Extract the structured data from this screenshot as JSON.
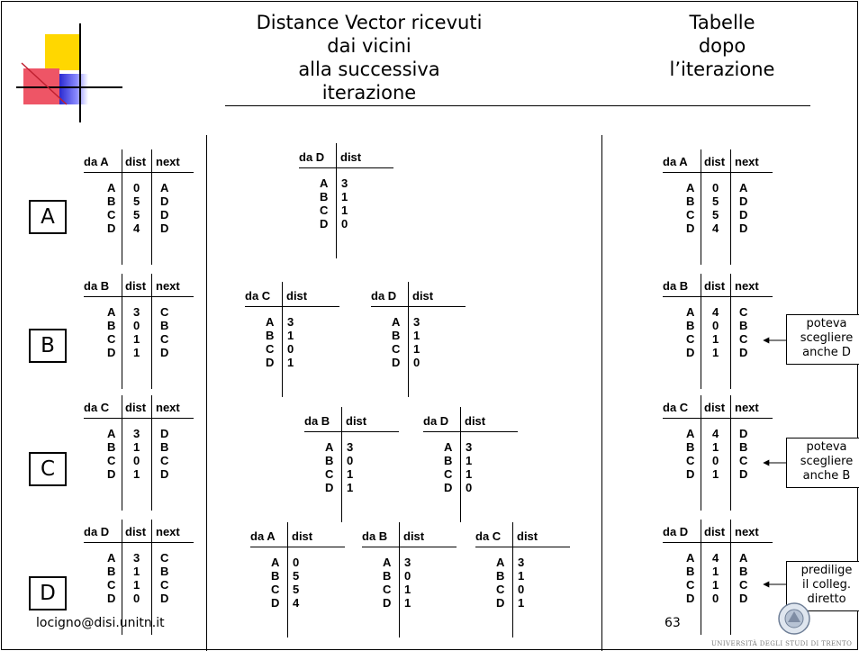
{
  "titles": {
    "center": [
      "Distance Vector ricevuti",
      "dai vicini",
      "alla successiva",
      "iterazione"
    ],
    "right": [
      "Tabelle",
      "dopo",
      "l’iterazione"
    ]
  },
  "headers": {
    "dist": "dist",
    "next": "next"
  },
  "nodes": [
    "A",
    "B",
    "C",
    "D"
  ],
  "routing_before": [
    {
      "header": "da A",
      "dest": [
        "A",
        "B",
        "C",
        "D"
      ],
      "dist": [
        "0",
        "5",
        "5",
        "4"
      ],
      "next": [
        "A",
        "D",
        "D",
        "D"
      ]
    },
    {
      "header": "da B",
      "dest": [
        "A",
        "B",
        "C",
        "D"
      ],
      "dist": [
        "3",
        "0",
        "1",
        "1"
      ],
      "next": [
        "C",
        "B",
        "C",
        "D"
      ]
    },
    {
      "header": "da C",
      "dest": [
        "A",
        "B",
        "C",
        "D"
      ],
      "dist": [
        "3",
        "1",
        "0",
        "1"
      ],
      "next": [
        "D",
        "B",
        "C",
        "D"
      ]
    },
    {
      "header": "da D",
      "dest": [
        "A",
        "B",
        "C",
        "D"
      ],
      "dist": [
        "3",
        "1",
        "1",
        "0"
      ],
      "next": [
        "C",
        "B",
        "C",
        "D"
      ]
    }
  ],
  "received_vectors": [
    [
      {
        "header": "da D",
        "dest": [
          "A",
          "B",
          "C",
          "D"
        ],
        "dist": [
          "3",
          "1",
          "1",
          "0"
        ]
      }
    ],
    [
      {
        "header": "da C",
        "dest": [
          "A",
          "B",
          "C",
          "D"
        ],
        "dist": [
          "3",
          "1",
          "0",
          "1"
        ]
      },
      {
        "header": "da D",
        "dest": [
          "A",
          "B",
          "C",
          "D"
        ],
        "dist": [
          "3",
          "1",
          "1",
          "0"
        ]
      }
    ],
    [
      {
        "header": "da B",
        "dest": [
          "A",
          "B",
          "C",
          "D"
        ],
        "dist": [
          "3",
          "0",
          "1",
          "1"
        ]
      },
      {
        "header": "da D",
        "dest": [
          "A",
          "B",
          "C",
          "D"
        ],
        "dist": [
          "3",
          "1",
          "1",
          "0"
        ]
      }
    ],
    [
      {
        "header": "da A",
        "dest": [
          "A",
          "B",
          "C",
          "D"
        ],
        "dist": [
          "0",
          "5",
          "5",
          "4"
        ]
      },
      {
        "header": "da B",
        "dest": [
          "A",
          "B",
          "C",
          "D"
        ],
        "dist": [
          "3",
          "0",
          "1",
          "1"
        ]
      },
      {
        "header": "da C",
        "dest": [
          "A",
          "B",
          "C",
          "D"
        ],
        "dist": [
          "3",
          "1",
          "0",
          "1"
        ]
      }
    ]
  ],
  "routing_after": [
    {
      "header": "da A",
      "dest": [
        "A",
        "B",
        "C",
        "D"
      ],
      "dist": [
        "0",
        "5",
        "5",
        "4"
      ],
      "next": [
        "A",
        "D",
        "D",
        "D"
      ]
    },
    {
      "header": "da B",
      "dest": [
        "A",
        "B",
        "C",
        "D"
      ],
      "dist": [
        "4",
        "0",
        "1",
        "1"
      ],
      "next": [
        "C",
        "B",
        "C",
        "D"
      ]
    },
    {
      "header": "da C",
      "dest": [
        "A",
        "B",
        "C",
        "D"
      ],
      "dist": [
        "4",
        "1",
        "0",
        "1"
      ],
      "next": [
        "D",
        "B",
        "C",
        "D"
      ]
    },
    {
      "header": "da D",
      "dest": [
        "A",
        "B",
        "C",
        "D"
      ],
      "dist": [
        "4",
        "1",
        "1",
        "0"
      ],
      "next": [
        "A",
        "B",
        "C",
        "D"
      ]
    }
  ],
  "notes": [
    [
      "poteva",
      "scegliere",
      "anche D"
    ],
    [
      "poteva",
      "scegliere",
      "anche B"
    ],
    [
      "predilige",
      "il colleg.",
      "diretto"
    ]
  ],
  "footer": {
    "email": "locigno@disi.unitn.it",
    "page": "63"
  },
  "logo": {
    "text": "UNIVERSITÀ DEGLI STUDI DI TRENTO"
  },
  "colors": {
    "deco_yellow": "#ffd700",
    "deco_red": "#ee5566",
    "deco_blue": "#2a2ad0"
  }
}
